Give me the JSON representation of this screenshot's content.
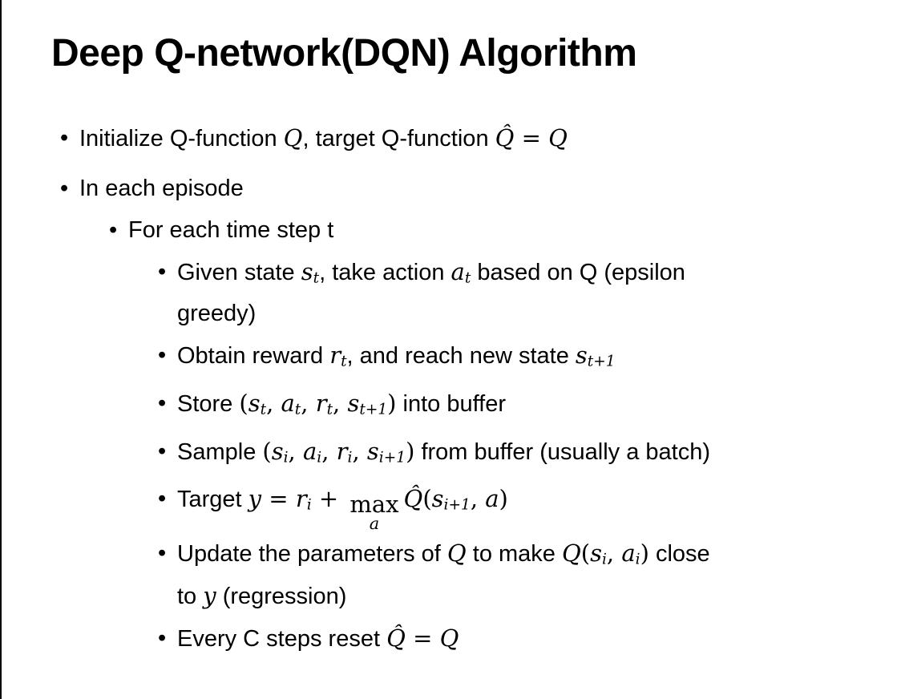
{
  "slide": {
    "title": "Deep Q-network(DQN) Algorithm",
    "bullet_glyph": "•",
    "colors": {
      "background": "#ffffff",
      "text": "#000000",
      "left_border": "#000000"
    },
    "bullets": [
      {
        "level": 1,
        "lines": [
          [
            {
              "t": "Initialize Q-function ",
              "s": "n"
            },
            {
              "t": "Q",
              "s": "m"
            },
            {
              "t": ", target Q-function ",
              "s": "n"
            },
            {
              "t": "Q̂",
              "s": "m"
            },
            {
              "t": " = ",
              "s": "mr"
            },
            {
              "t": "Q",
              "s": "m"
            }
          ]
        ]
      },
      {
        "level": 1,
        "lines": [
          [
            {
              "t": "In each episode",
              "s": "n"
            }
          ]
        ]
      },
      {
        "level": 2,
        "lines": [
          [
            {
              "t": "For each time step t",
              "s": "n"
            }
          ]
        ]
      },
      {
        "level": 3,
        "lines": [
          [
            {
              "t": "Given state ",
              "s": "n"
            },
            {
              "t": "s",
              "s": "m"
            },
            {
              "t": "t",
              "s": "msub"
            },
            {
              "t": ", take action ",
              "s": "n"
            },
            {
              "t": "a",
              "s": "m"
            },
            {
              "t": "t",
              "s": "msub"
            },
            {
              "t": " based on Q (epsilon",
              "s": "n"
            }
          ],
          [
            {
              "t": "greedy)",
              "s": "n"
            }
          ]
        ]
      },
      {
        "level": 3,
        "lines": [
          [
            {
              "t": "Obtain reward ",
              "s": "n"
            },
            {
              "t": "r",
              "s": "m"
            },
            {
              "t": "t",
              "s": "msub"
            },
            {
              "t": ", and reach new state ",
              "s": "n"
            },
            {
              "t": "s",
              "s": "m"
            },
            {
              "t": "t+1",
              "s": "msub"
            }
          ]
        ]
      },
      {
        "level": 3,
        "lines": [
          [
            {
              "t": "Store ",
              "s": "n"
            },
            {
              "t": "(",
              "s": "mr"
            },
            {
              "t": "s",
              "s": "m"
            },
            {
              "t": "t",
              "s": "msub"
            },
            {
              "t": ", ",
              "s": "mr"
            },
            {
              "t": "a",
              "s": "m"
            },
            {
              "t": "t",
              "s": "msub"
            },
            {
              "t": ", ",
              "s": "mr"
            },
            {
              "t": "r",
              "s": "m"
            },
            {
              "t": "t",
              "s": "msub"
            },
            {
              "t": ", ",
              "s": "mr"
            },
            {
              "t": "s",
              "s": "m"
            },
            {
              "t": "t+1",
              "s": "msub"
            },
            {
              "t": ")",
              "s": "mr"
            },
            {
              "t": " into buffer",
              "s": "n"
            }
          ]
        ]
      },
      {
        "level": 3,
        "lines": [
          [
            {
              "t": "Sample ",
              "s": "n"
            },
            {
              "t": "(",
              "s": "mr"
            },
            {
              "t": "s",
              "s": "m"
            },
            {
              "t": "i",
              "s": "msub"
            },
            {
              "t": ", ",
              "s": "mr"
            },
            {
              "t": "a",
              "s": "m"
            },
            {
              "t": "i",
              "s": "msub"
            },
            {
              "t": ", ",
              "s": "mr"
            },
            {
              "t": "r",
              "s": "m"
            },
            {
              "t": "i",
              "s": "msub"
            },
            {
              "t": ", ",
              "s": "mr"
            },
            {
              "t": "s",
              "s": "m"
            },
            {
              "t": "i+1",
              "s": "msub"
            },
            {
              "t": ")",
              "s": "mr"
            },
            {
              "t": " from buffer (usually a batch)",
              "s": "n"
            }
          ]
        ]
      },
      {
        "level": 3,
        "lines": [
          [
            {
              "t": "Target ",
              "s": "n"
            },
            {
              "t": "y",
              "s": "m"
            },
            {
              "t": " = ",
              "s": "mr"
            },
            {
              "t": "r",
              "s": "m"
            },
            {
              "t": "i",
              "s": "msub"
            },
            {
              "t": " + ",
              "s": "mr"
            },
            {
              "t": "max",
              "u": "a",
              "s": "maxstack"
            },
            {
              "t": "Q̂",
              "s": "m"
            },
            {
              "t": "(",
              "s": "mr"
            },
            {
              "t": "s",
              "s": "m"
            },
            {
              "t": "i+1",
              "s": "msub"
            },
            {
              "t": ", ",
              "s": "mr"
            },
            {
              "t": "a",
              "s": "m"
            },
            {
              "t": ")",
              "s": "mr"
            }
          ]
        ]
      },
      {
        "level": 3,
        "lines": [
          [
            {
              "t": "Update the parameters of ",
              "s": "n"
            },
            {
              "t": "Q",
              "s": "m"
            },
            {
              "t": " to make ",
              "s": "n"
            },
            {
              "t": "Q",
              "s": "m"
            },
            {
              "t": "(",
              "s": "mr"
            },
            {
              "t": "s",
              "s": "m"
            },
            {
              "t": "i",
              "s": "msub"
            },
            {
              "t": ", ",
              "s": "mr"
            },
            {
              "t": "a",
              "s": "m"
            },
            {
              "t": "i",
              "s": "msub"
            },
            {
              "t": ")",
              "s": "mr"
            },
            {
              "t": " close",
              "s": "n"
            }
          ],
          [
            {
              "t": "to ",
              "s": "n"
            },
            {
              "t": "y",
              "s": "m"
            },
            {
              "t": " (regression)",
              "s": "n"
            }
          ]
        ]
      },
      {
        "level": 3,
        "lines": [
          [
            {
              "t": "Every C steps reset ",
              "s": "n"
            },
            {
              "t": "Q̂",
              "s": "m"
            },
            {
              "t": " = ",
              "s": "mr"
            },
            {
              "t": "Q",
              "s": "m"
            }
          ]
        ]
      }
    ]
  }
}
